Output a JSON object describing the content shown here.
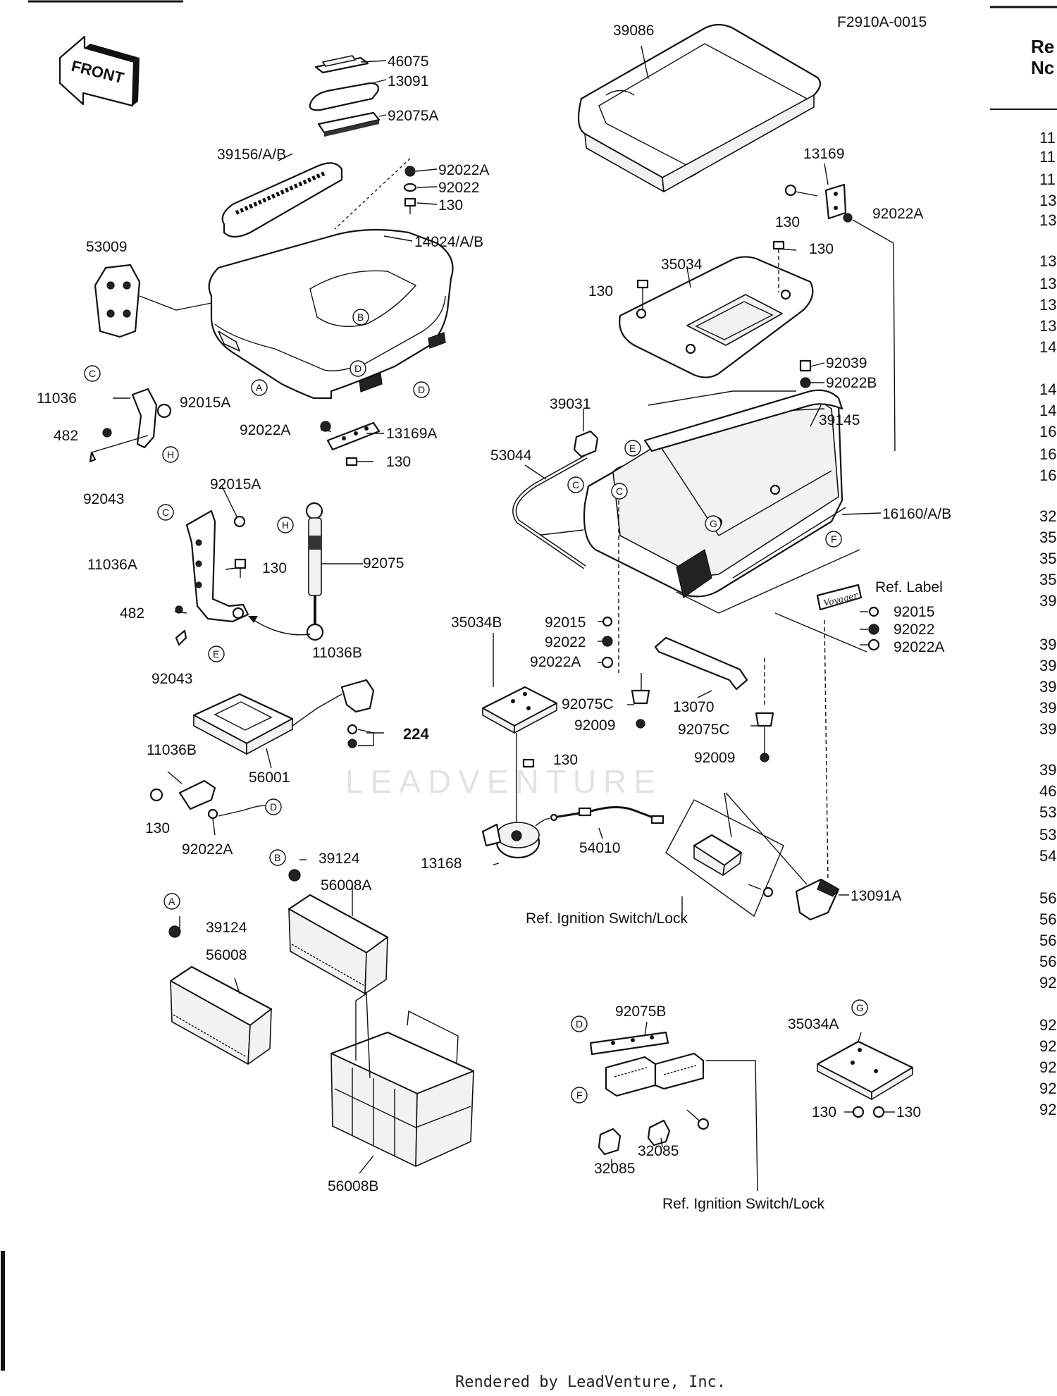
{
  "figure_code": "F2910A-0015",
  "front_label": "FRONT",
  "watermark": "LEADVENTURE",
  "footer": "Rendered by LeadVenture, Inc.",
  "right_column": {
    "header_line1": "Re",
    "header_line2": "Nc",
    "rows": [
      "11",
      "11",
      "11",
      "13",
      "13",
      "13",
      "13",
      "13",
      "13",
      "14",
      "14",
      "14",
      "16",
      "16",
      "16",
      "32",
      "35",
      "35",
      "35",
      "39",
      "39",
      "39",
      "39",
      "39",
      "39",
      "39",
      "46",
      "53",
      "53",
      "54",
      "56",
      "56",
      "56",
      "56",
      "92",
      "92",
      "92",
      "92",
      "92",
      "92"
    ]
  },
  "parts": {
    "p46075": "46075",
    "p13091": "13091",
    "p92075A": "92075A",
    "p39156": "39156/A/B",
    "p92022A_1": "92022A",
    "p92022_1": "92022",
    "p130_1": "130",
    "p14024": "14024/A/B",
    "p53009": "53009",
    "p11036": "11036",
    "p92015A_1": "92015A",
    "p482_1": "482",
    "p92043_1": "92043",
    "p92022A_2": "92022A",
    "p13169A": "13169A",
    "p130_2": "130",
    "p92015A_2": "92015A",
    "p11036A": "11036A",
    "p130_3": "130",
    "p92075": "92075",
    "p482_2": "482",
    "p92043_2": "92043",
    "p11036B_1": "11036B",
    "p224": "224",
    "p11036B_2": "11036B",
    "p56001": "56001",
    "p130_4": "130",
    "p92022A_3": "92022A",
    "p39124_1": "39124",
    "p56008A": "56008A",
    "p39124_2": "39124",
    "p56008": "56008",
    "p56008B": "56008B",
    "p39086": "39086",
    "p13169": "13169",
    "p130_5": "130",
    "p92022A_4": "92022A",
    "p130_6": "130",
    "p35034": "35034",
    "p130_7": "130",
    "p92039": "92039",
    "p92022B": "92022B",
    "p39031": "39031",
    "p39145": "39145",
    "p53044": "53044",
    "p16160": "16160/A/B",
    "p_ref_label": "Ref. Label",
    "p92015_1": "92015",
    "p92022_2": "92022",
    "p92022A_5": "92022A",
    "p35034B": "35034B",
    "p92015_2": "92015",
    "p92022_3": "92022",
    "p92022A_6": "92022A",
    "p92075C_1": "92075C",
    "p92009_1": "92009",
    "p13070": "13070",
    "p92075C_2": "92075C",
    "p92009_2": "92009",
    "p130_8": "130",
    "p13168": "13168",
    "p54010": "54010",
    "p13091A": "13091A",
    "p_ref_ign_1": "Ref. Ignition Switch/Lock",
    "p92075B": "92075B",
    "p35034A": "35034A",
    "p130_9": "130",
    "p130_10": "130",
    "p32085_1": "32085",
    "p32085_2": "32085",
    "p_ref_ign_2": "Ref. Ignition Switch/Lock"
  },
  "callouts": {
    "A": "A",
    "B": "B",
    "C": "C",
    "D": "D",
    "E": "E",
    "F": "F",
    "G": "G",
    "H": "H"
  },
  "decal_text": "Voyager"
}
